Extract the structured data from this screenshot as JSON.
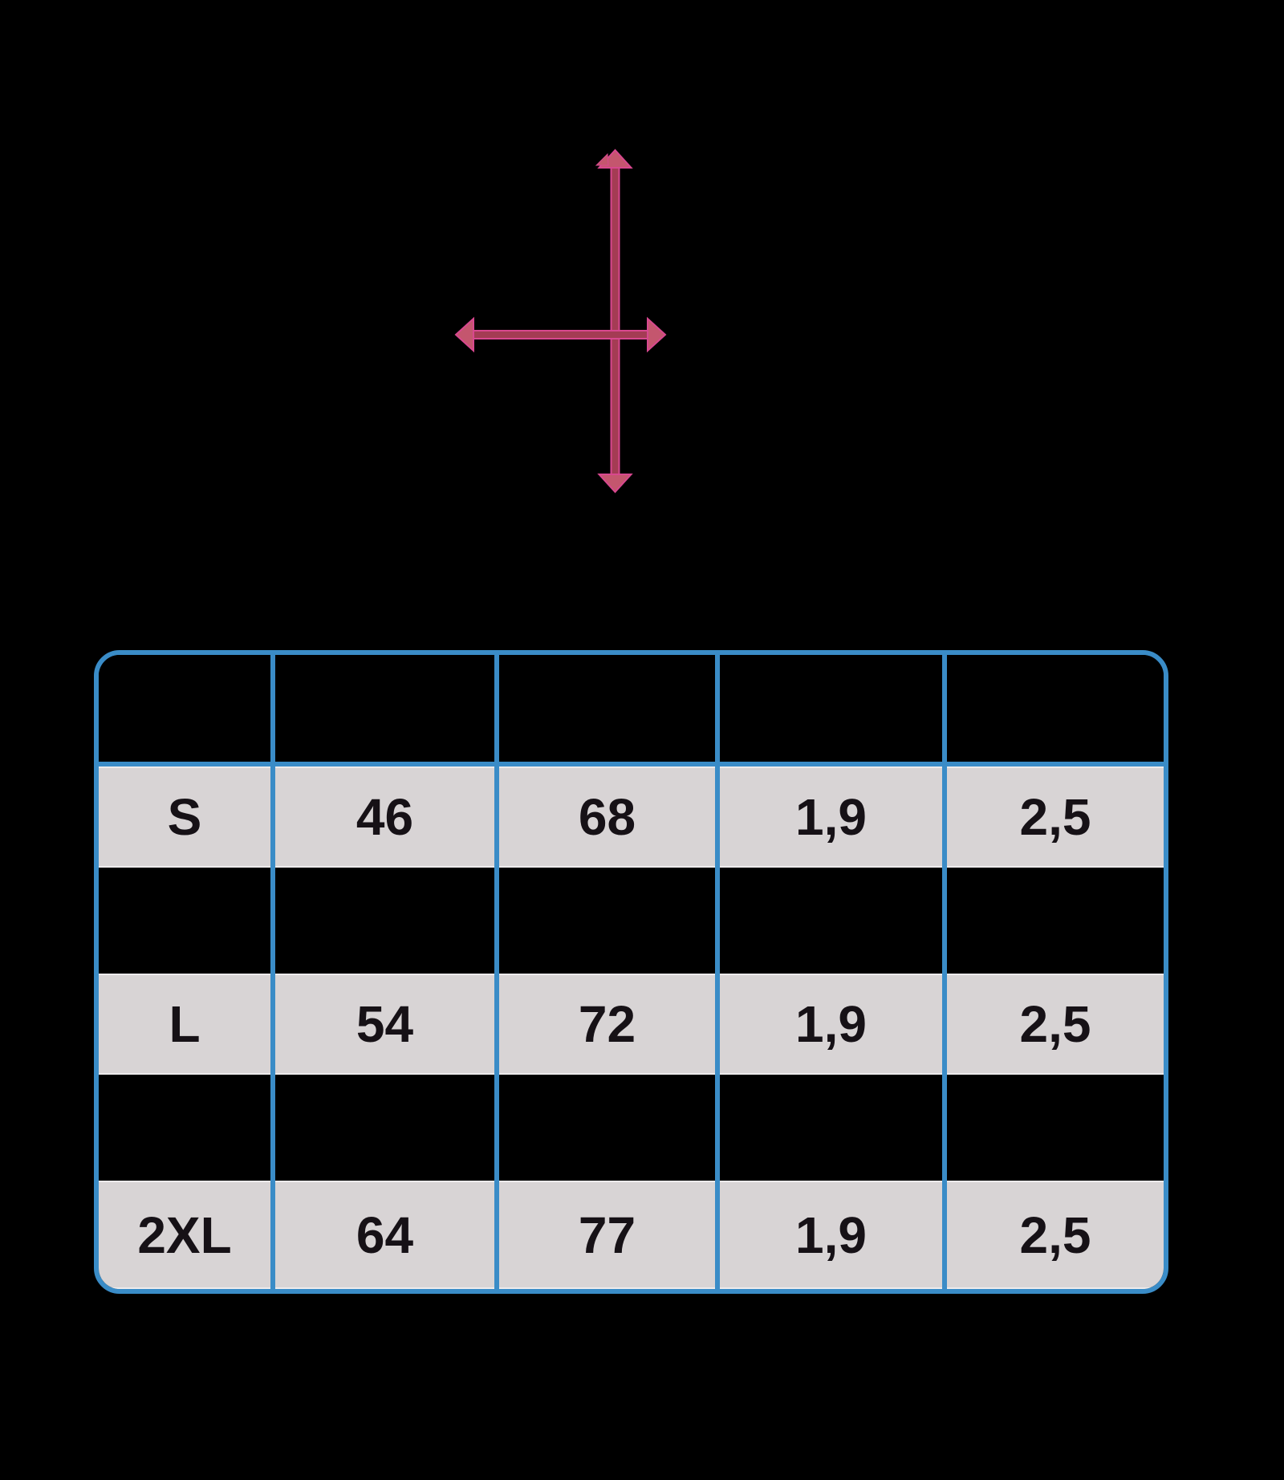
{
  "colors": {
    "canvas-bg": "#000000",
    "table-blue": "#3a8cc7",
    "row-light": "#d8d4d5",
    "ink": "#161116",
    "arrow-fill": "#c4566e",
    "arrow-shaft": "#a43c54",
    "arrow-edge": "#d8488f"
  },
  "arrows": {
    "vertical_arrow": "double-headed vertical dimension arrow",
    "horizontal_arrow": "double-headed horizontal dimension arrow"
  },
  "size_table": {
    "header": {
      "cells": [
        "",
        "",
        "",
        "",
        ""
      ]
    },
    "rows": [
      {
        "variant": "light",
        "cells": [
          "S",
          "46",
          "68",
          "1,9",
          "2,5"
        ]
      },
      {
        "variant": "dark",
        "cells": [
          "",
          "",
          "",
          "",
          ""
        ]
      },
      {
        "variant": "light",
        "cells": [
          "L",
          "54",
          "72",
          "1,9",
          "2,5"
        ]
      },
      {
        "variant": "dark",
        "cells": [
          "",
          "",
          "",
          "",
          ""
        ]
      },
      {
        "variant": "light",
        "cells": [
          "2XL",
          "64",
          "77",
          "1,9",
          "2,5"
        ]
      }
    ]
  }
}
